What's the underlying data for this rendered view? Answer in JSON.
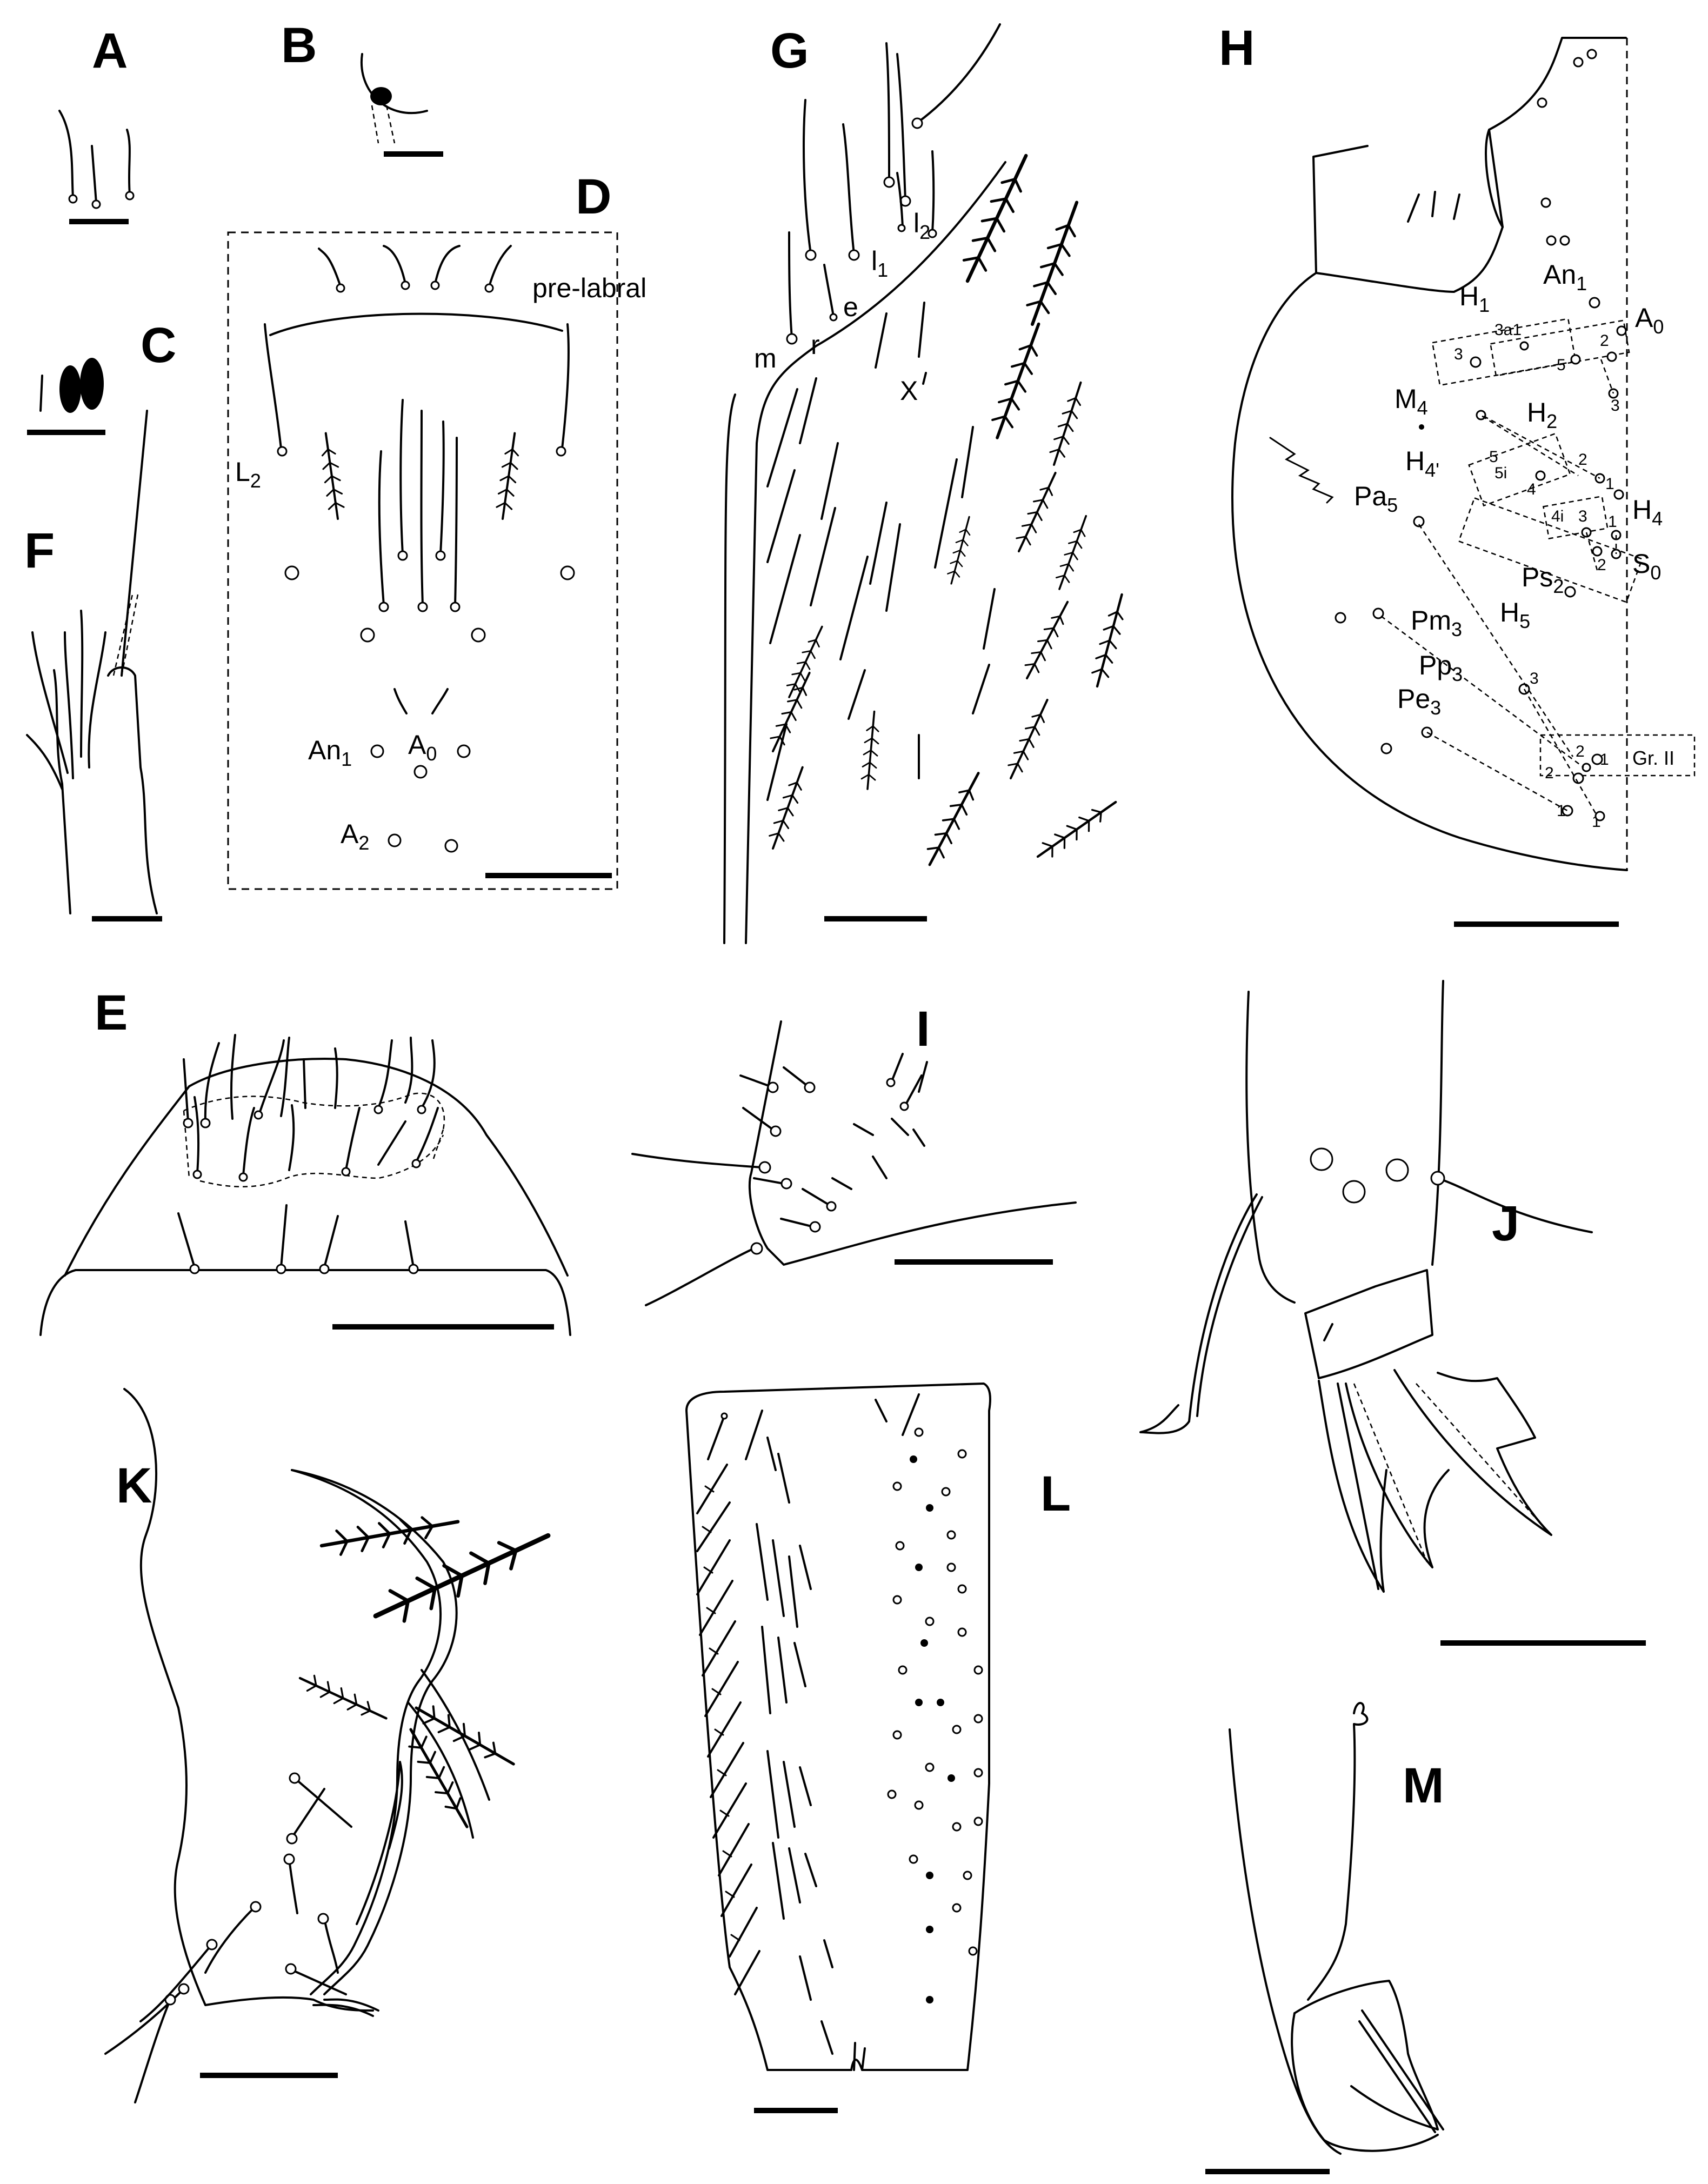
{
  "panels": {
    "A": {
      "letter": "A"
    },
    "B": {
      "letter": "B"
    },
    "C": {
      "letter": "C"
    },
    "D": {
      "letter": "D",
      "labels": {
        "prelabral": "pre-labral",
        "L2": "L",
        "L2_sub": "2",
        "An1": "An",
        "An1_sub": "1",
        "A0": "A",
        "A0_sub": "0",
        "A2": "A",
        "A2_sub": "2"
      }
    },
    "E": {
      "letter": "E"
    },
    "F": {
      "letter": "F"
    },
    "G": {
      "letter": "G",
      "labels": {
        "m": "m",
        "r": "r",
        "e": "e",
        "l1": "l",
        "l1_sub": "1",
        "l2": "l",
        "l2_sub": "2",
        "X": "X"
      }
    },
    "H": {
      "letter": "H",
      "labels": {
        "H1": "H",
        "H1_sub": "1",
        "An1": "An",
        "An1_sub": "1",
        "A0": "A",
        "A0_sub": "0",
        "H2": "H",
        "H2_sub": "2",
        "M4": "M",
        "M4_sub": "4",
        "H4p": "H",
        "H4p_sub": "4'",
        "H4": "H",
        "H4_sub": "4",
        "Pa5": "Pa",
        "Pa5_sub": "5",
        "S0": "S",
        "S0_sub": "0",
        "Ps2": "Ps",
        "Ps2_sub": "2",
        "H5": "H",
        "H5_sub": "5",
        "Pm3": "Pm",
        "Pm3_sub": "3",
        "Pp3": "Pp",
        "Pp3_sub": "3",
        "Pe3": "Pe",
        "Pe3_sub": "3",
        "GrII": "Gr. II",
        "n3a1": "3a1",
        "n3": "3",
        "n2": "2",
        "n5": "5",
        "n5i": "5i",
        "n4": "4",
        "n1": "1",
        "n4i": "4i",
        "n1b": "1"
      }
    },
    "I": {
      "letter": "I"
    },
    "J": {
      "letter": "J"
    },
    "K": {
      "letter": "K"
    },
    "L": {
      "letter": "L"
    },
    "M": {
      "letter": "M"
    }
  },
  "colors": {
    "ink": "#000000",
    "background": "#ffffff"
  }
}
